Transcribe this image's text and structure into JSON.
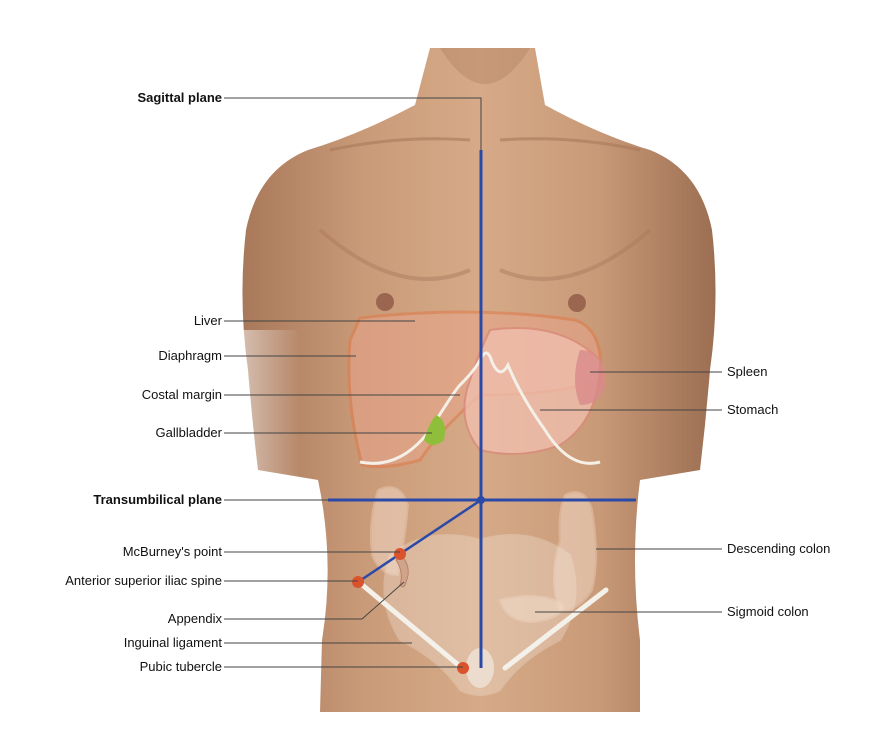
{
  "labels": {
    "sagittal_plane": "Sagittal plane",
    "liver": "Liver",
    "diaphragm": "Diaphragm",
    "costal_margin": "Costal margin",
    "gallbladder": "Gallbladder",
    "transumbilical_plane": "Transumbilical plane",
    "mcburneys_point": "McBurney's point",
    "anterior_superior_iliac_spine": "Anterior superior iliac spine",
    "appendix": "Appendix",
    "inguinal_ligament": "Inguinal ligament",
    "pubic_tubercle": "Pubic tubercle",
    "spleen": "Spleen",
    "stomach": "Stomach",
    "descending_colon": "Descending colon",
    "sigmoid_colon": "Sigmoid colon"
  },
  "colors": {
    "skin": "#c99a78",
    "skin_shadow": "#a8785a",
    "plane_line": "#2b4aa8",
    "organ_outline": "#e07a4a",
    "landmark_dot": "#d9532c",
    "gallbladder": "#8fbf3a",
    "leader_line": "#444444"
  }
}
